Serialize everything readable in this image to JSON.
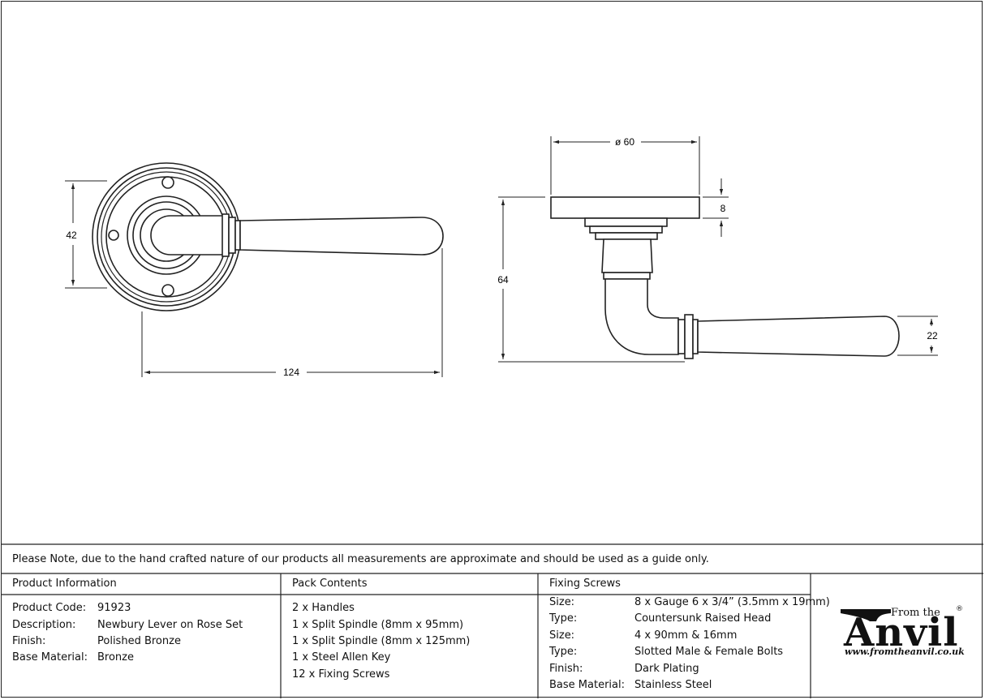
{
  "dimensions": {
    "rose_height": "42",
    "overall_length": "124",
    "rose_diameter": "ø 60",
    "rose_thickness": "8",
    "projection": "64",
    "grip_diameter": "22"
  },
  "note": "Please Note, due to the hand crafted nature of our products all measurements are approximate and should be used as a guide only.",
  "product_information": {
    "header": "Product Information",
    "rows": [
      {
        "label": "Product Code:",
        "value": "91923"
      },
      {
        "label": "Description:",
        "value": "Newbury Lever on Rose Set"
      },
      {
        "label": "Finish:",
        "value": "Polished Bronze"
      },
      {
        "label": "Base Material:",
        "value": "Bronze"
      }
    ]
  },
  "pack_contents": {
    "header": "Pack Contents",
    "items": [
      "2 x Handles",
      "1 x Split Spindle (8mm x 95mm)",
      "1 x Split Spindle (8mm x 125mm)",
      "1 x Steel Allen Key",
      "12 x Fixing Screws"
    ]
  },
  "fixing_screws": {
    "header": "Fixing Screws",
    "rows": [
      {
        "label": "Size:",
        "value": "8 x Gauge 6 x 3/4” (3.5mm x 19mm)"
      },
      {
        "label": "Type:",
        "value": "Countersunk Raised Head"
      },
      {
        "label": "Size:",
        "value": "4 x 90mm & 16mm"
      },
      {
        "label": "Type:",
        "value": "Slotted Male & Female Bolts"
      },
      {
        "label": "Finish:",
        "value": "Dark Plating"
      },
      {
        "label": "Base Material:",
        "value": "Stainless Steel"
      }
    ]
  },
  "logo": {
    "from_the": "From the",
    "registered": "®",
    "brand": "Anvil",
    "url": "www.fromtheanvil.co.uk"
  }
}
